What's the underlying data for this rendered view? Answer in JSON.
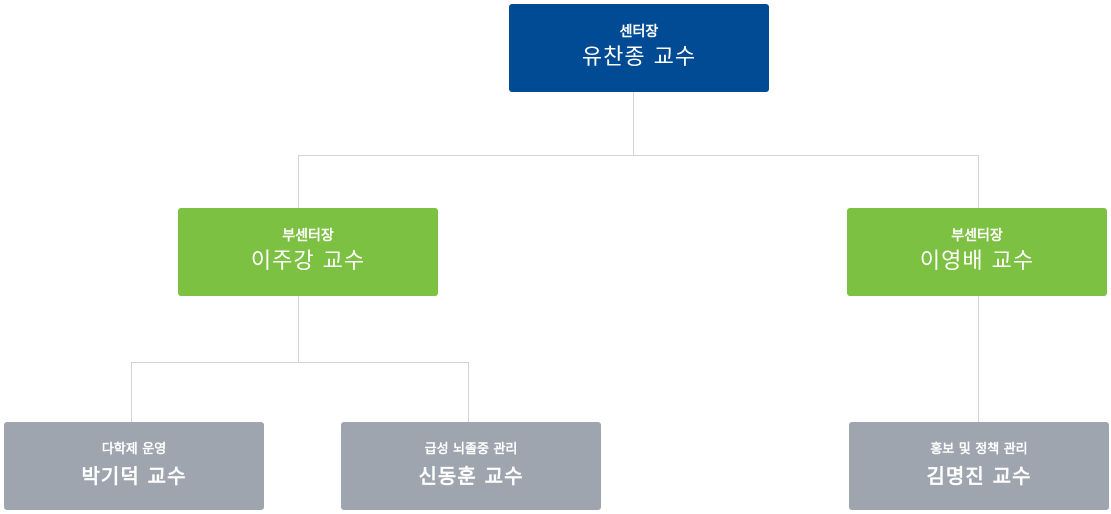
{
  "org_chart": {
    "director": {
      "role": "센터장",
      "name": "유찬종 교수",
      "color": "#004b93"
    },
    "vice_directors": [
      {
        "role": "부센터장",
        "name": "이주강 교수",
        "color": "#7dc142"
      },
      {
        "role": "부센터장",
        "name": "이영배 교수",
        "color": "#7dc142"
      }
    ],
    "members": [
      {
        "role": "다학제 운영",
        "name": "박기덕 교수",
        "color": "#9ea5ae"
      },
      {
        "role": "급성 뇌졸중 관리",
        "name": "신동훈 교수",
        "color": "#9ea5ae"
      },
      {
        "role": "홍보 및 정책 관리",
        "name": "김명진 교수",
        "color": "#9ea5ae"
      }
    ],
    "connector_color": "#d4d4d4"
  }
}
